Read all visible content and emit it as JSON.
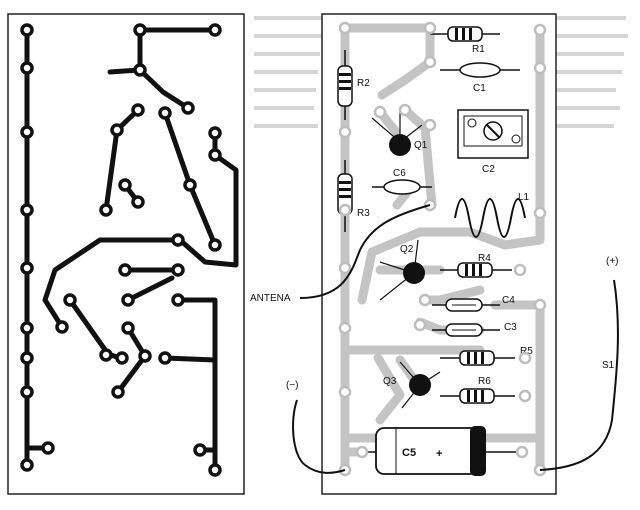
{
  "labels": {
    "R1": "R1",
    "R2": "R2",
    "R3": "R3",
    "R4": "R4",
    "R5": "R5",
    "R6": "R6",
    "C1": "C1",
    "C2": "C2",
    "C3": "C3",
    "C4": "C4",
    "C5": "C5",
    "C6": "C6",
    "Q1": "Q1",
    "Q2": "Q2",
    "Q3": "Q3",
    "L1": "L1",
    "S1": "S1",
    "antenna": "ANTENA",
    "minus": "(−)",
    "plus": "(+)",
    "c5_plus": "+"
  }
}
